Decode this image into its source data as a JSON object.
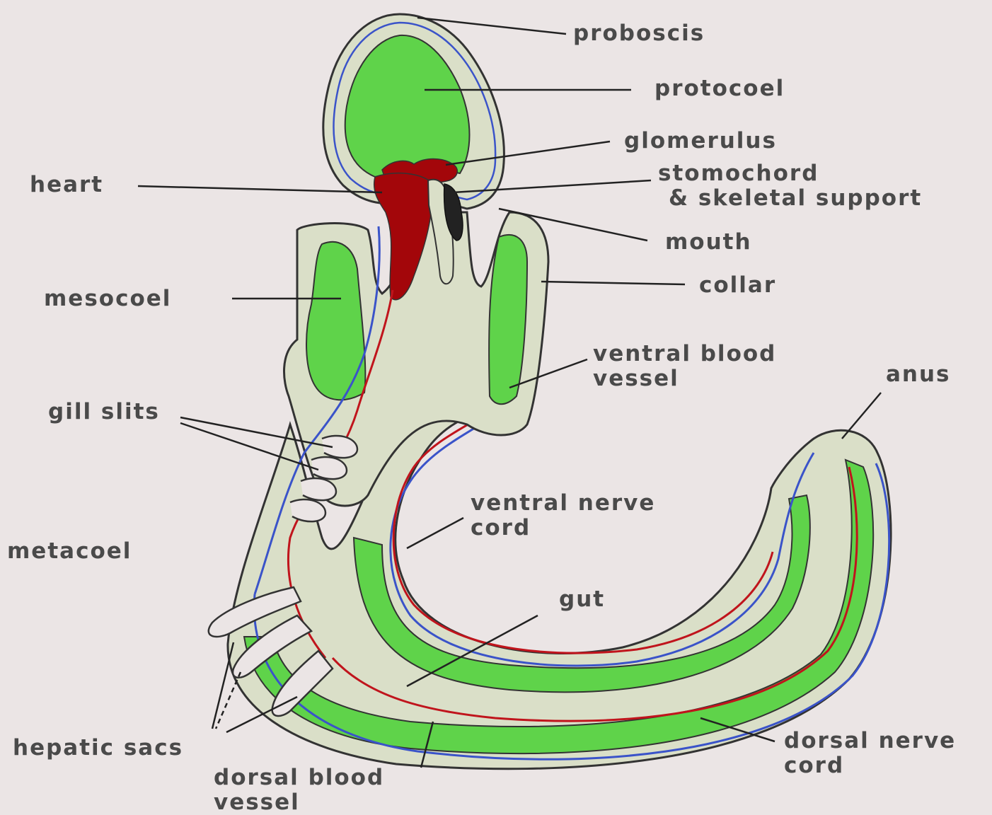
{
  "colors": {
    "background": "#ebe5e5",
    "coelom_green": "#5fd34a",
    "gut_fill": "#dadfc8",
    "heart_red": "#a3060a",
    "blood_vessel_red": "#c0141c",
    "nerve_cord_blue": "#3a53c9",
    "outline": "#333333",
    "label_text": "#4a4a4a"
  },
  "labels": {
    "proboscis": "proboscis",
    "protocoel": "protocoel",
    "glomerulus": "glomerulus",
    "stomochord_1": "stomochord",
    "stomochord_2": "& skeletal support",
    "heart": "heart",
    "mouth": "mouth",
    "collar": "collar",
    "mesocoel": "mesocoel",
    "ventral_blood_vessel_1": "ventral blood",
    "ventral_blood_vessel_2": "vessel",
    "anus": "anus",
    "gill_slits": "gill slits",
    "ventral_nerve_cord_1": "ventral nerve",
    "ventral_nerve_cord_2": "cord",
    "metacoel": "metacoel",
    "gut": "gut",
    "hepatic_sacs": "hepatic sacs",
    "dorsal_blood_vessel_1": "dorsal blood",
    "dorsal_blood_vessel_2": "vessel",
    "dorsal_nerve_cord_1": "dorsal nerve",
    "dorsal_nerve_cord_2": "cord"
  }
}
